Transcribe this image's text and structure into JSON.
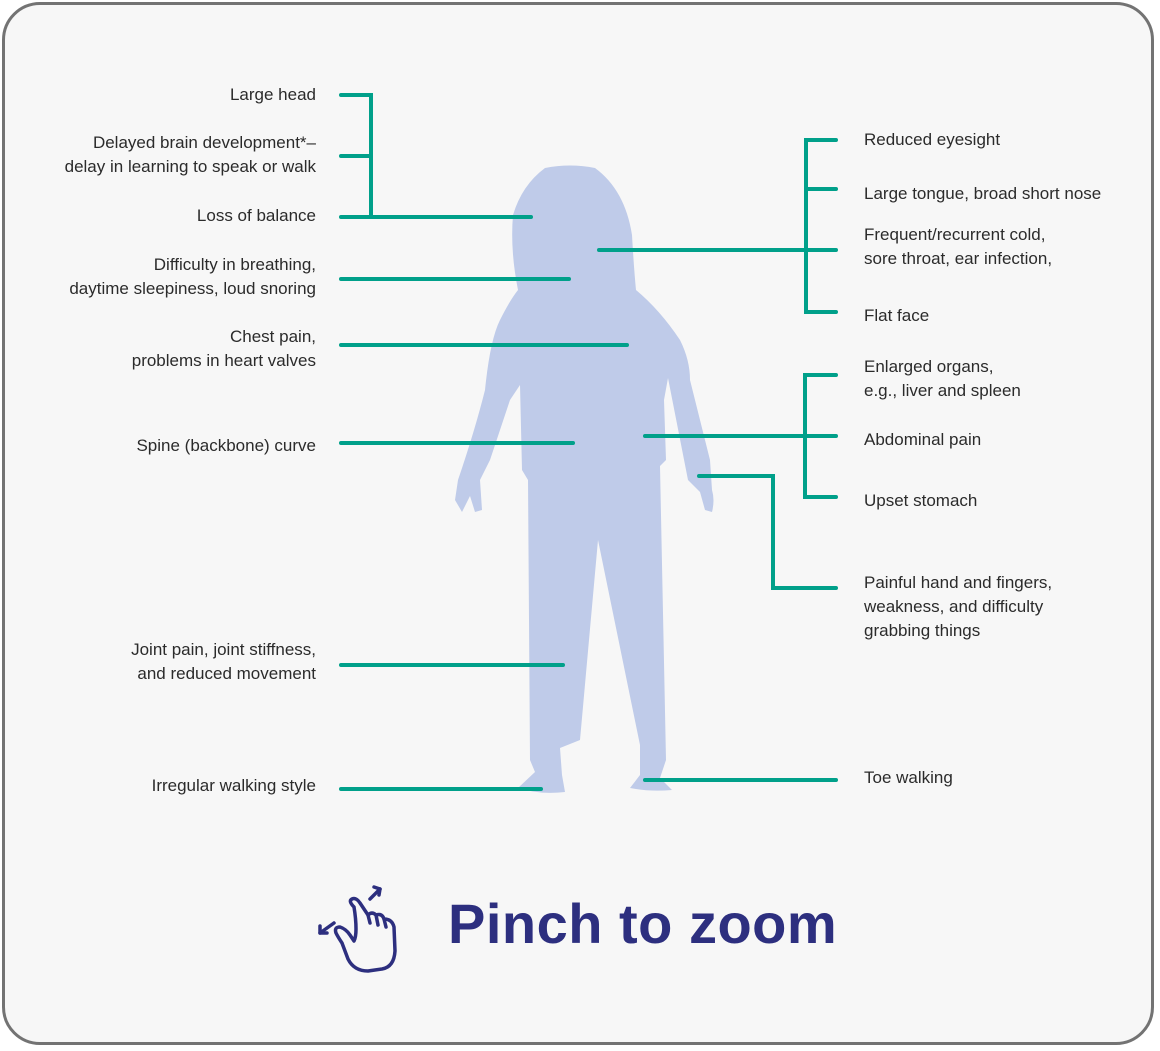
{
  "colors": {
    "background": "#f7f7f7",
    "border": "#737373",
    "leader_line": "#00a08a",
    "silhouette": "#bfcbe9",
    "text": "#2b2b2b",
    "cta": "#2d2f7f"
  },
  "left_labels": [
    {
      "id": "large-head",
      "lines": [
        "Large head"
      ]
    },
    {
      "id": "delayed-brain",
      "lines": [
        "Delayed brain development*–",
        "delay in learning to speak or walk"
      ]
    },
    {
      "id": "loss-balance",
      "lines": [
        "Loss of balance"
      ]
    },
    {
      "id": "breathing",
      "lines": [
        "Difficulty in breathing,",
        "daytime sleepiness, loud snoring"
      ]
    },
    {
      "id": "chest-pain",
      "lines": [
        "Chest pain,",
        "problems in heart valves"
      ]
    },
    {
      "id": "spine",
      "lines": [
        "Spine (backbone) curve"
      ]
    },
    {
      "id": "joint-pain",
      "lines": [
        "Joint pain, joint stiffness,",
        "and reduced movement"
      ]
    },
    {
      "id": "walking",
      "lines": [
        "Irregular walking style"
      ]
    }
  ],
  "right_labels": [
    {
      "id": "eyesight",
      "lines": [
        "Reduced eyesight"
      ]
    },
    {
      "id": "tongue",
      "lines": [
        "Large tongue, broad short nose"
      ]
    },
    {
      "id": "cold",
      "lines": [
        "Frequent/recurrent cold,",
        "sore throat, ear infection,"
      ]
    },
    {
      "id": "flat-face",
      "lines": [
        "Flat face"
      ]
    },
    {
      "id": "organs",
      "lines": [
        "Enlarged organs,",
        "e.g., liver and spleen"
      ]
    },
    {
      "id": "abdominal",
      "lines": [
        "Abdominal pain"
      ]
    },
    {
      "id": "stomach",
      "lines": [
        "Upset stomach"
      ]
    },
    {
      "id": "hand",
      "lines": [
        "Painful hand and fingers,",
        "weakness, and difficulty",
        "grabbing things"
      ]
    },
    {
      "id": "toe",
      "lines": [
        "Toe walking"
      ]
    }
  ],
  "cta": {
    "icon": "pinch-zoom-hand-icon",
    "label": "Pinch to zoom"
  }
}
